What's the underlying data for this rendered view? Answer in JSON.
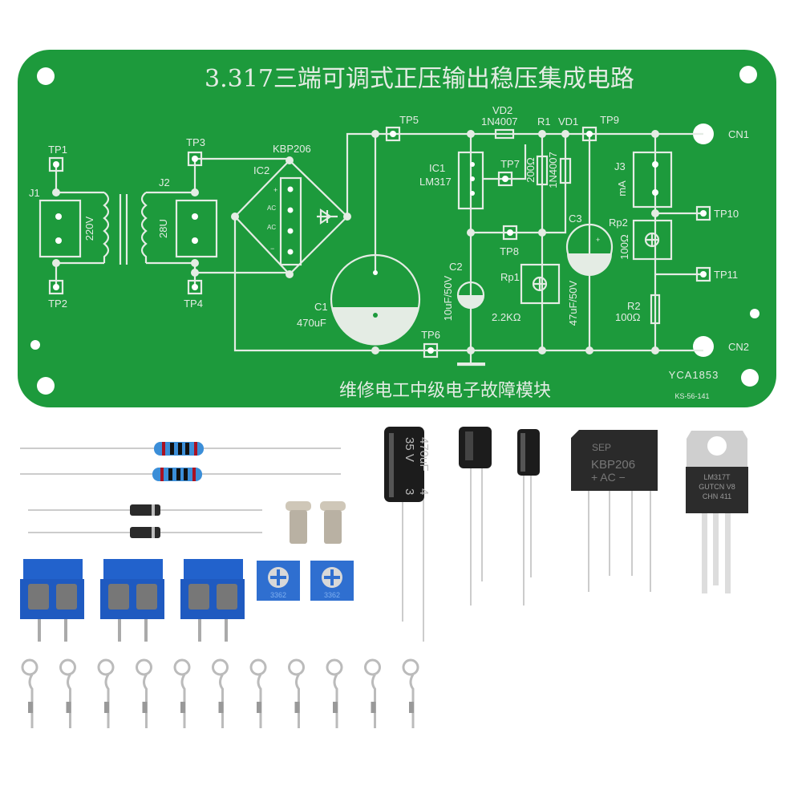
{
  "pcb": {
    "title": "3.317三端可调式正压输出稳压集成电路",
    "subtitle": "维修电工中级电子故障模块",
    "model": "YCA1853",
    "code": "KS-56-141",
    "board_color": "#1d9a3c",
    "silk_color": "#e4ece4",
    "test_points": [
      "TP1",
      "TP2",
      "TP3",
      "TP4",
      "TP5",
      "TP6",
      "TP7",
      "TP8",
      "TP9",
      "TP10",
      "TP11"
    ],
    "labels": {
      "j1": "J1",
      "v220": "220V",
      "j2": "J2",
      "v28": "28U",
      "kbp": "KBP206",
      "ic2": "IC2",
      "plus": "+",
      "ac1": "AC",
      "ac2": "AC",
      "minus": "−",
      "c1": "C1",
      "c1v": "470uF",
      "ic1": "IC1",
      "lm317": "LM317",
      "vd2": "VD2",
      "vd2v": "1N4007",
      "r1": "R1",
      "vd1": "VD1",
      "r1v": "200Ω",
      "vd1v": "1N4007",
      "c2": "C2",
      "c2v": "10uF/50V",
      "rp1": "Rp1",
      "rp1v": "2.2KΩ",
      "c3": "C3",
      "c3v": "47uF/50V",
      "c3plus": "+",
      "j3": "J3",
      "ma": "mA",
      "rp2": "Rp2",
      "rp2v": "100Ω",
      "r2": "R2",
      "r2v": "100Ω",
      "cn1": "CN1",
      "cn2": "CN2"
    }
  },
  "components": {
    "cap_large": {
      "line1": "470uF",
      "line2": "35 V",
      "line3": "4",
      "line4": "3"
    },
    "bridge": {
      "brand": "SEP",
      "part": "KBP206",
      "pins": "+ AC −"
    },
    "regulator": {
      "line1": "LM317T",
      "line2": "GUTCN V8",
      "line3": "CHN   411"
    },
    "pot_code": "3362"
  }
}
